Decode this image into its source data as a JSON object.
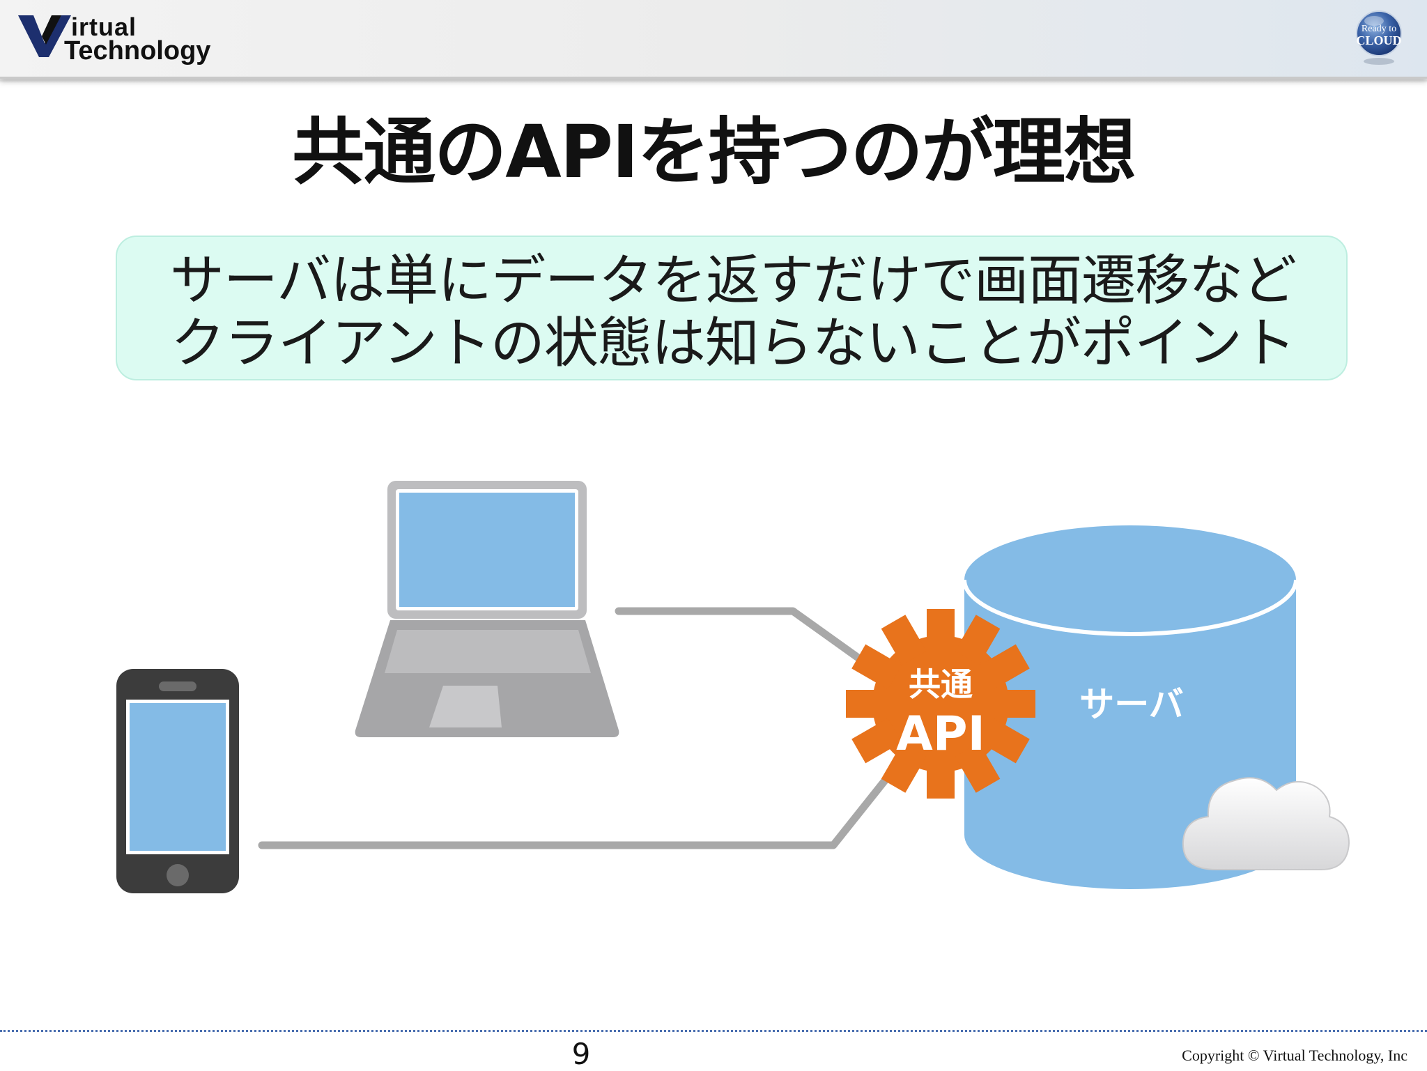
{
  "header": {
    "logo_line1": "irtual",
    "logo_line2": "Technology",
    "badge_line1": "Ready to",
    "badge_line2": "CLOUD"
  },
  "title": "共通のAPIを持つのが理想",
  "subtitle": {
    "line1": "サーバは単にデータを返すだけで画面遷移など",
    "line2": "クライアントの状態は知らないことがポイント"
  },
  "diagram": {
    "api_label_line1": "共通",
    "api_label_line2": "API",
    "server_label": "サーバ",
    "colors": {
      "device_screen": "#84bbe6",
      "server_body": "#84bbe6",
      "api_gear": "#e8731c",
      "laptop_body": "#a6a6a8",
      "phone_body": "#3c3c3c",
      "connector": "#a8a8a8"
    }
  },
  "footer": {
    "page_number": "9",
    "copyright": "Copyright © Virtual Technology, Inc"
  }
}
